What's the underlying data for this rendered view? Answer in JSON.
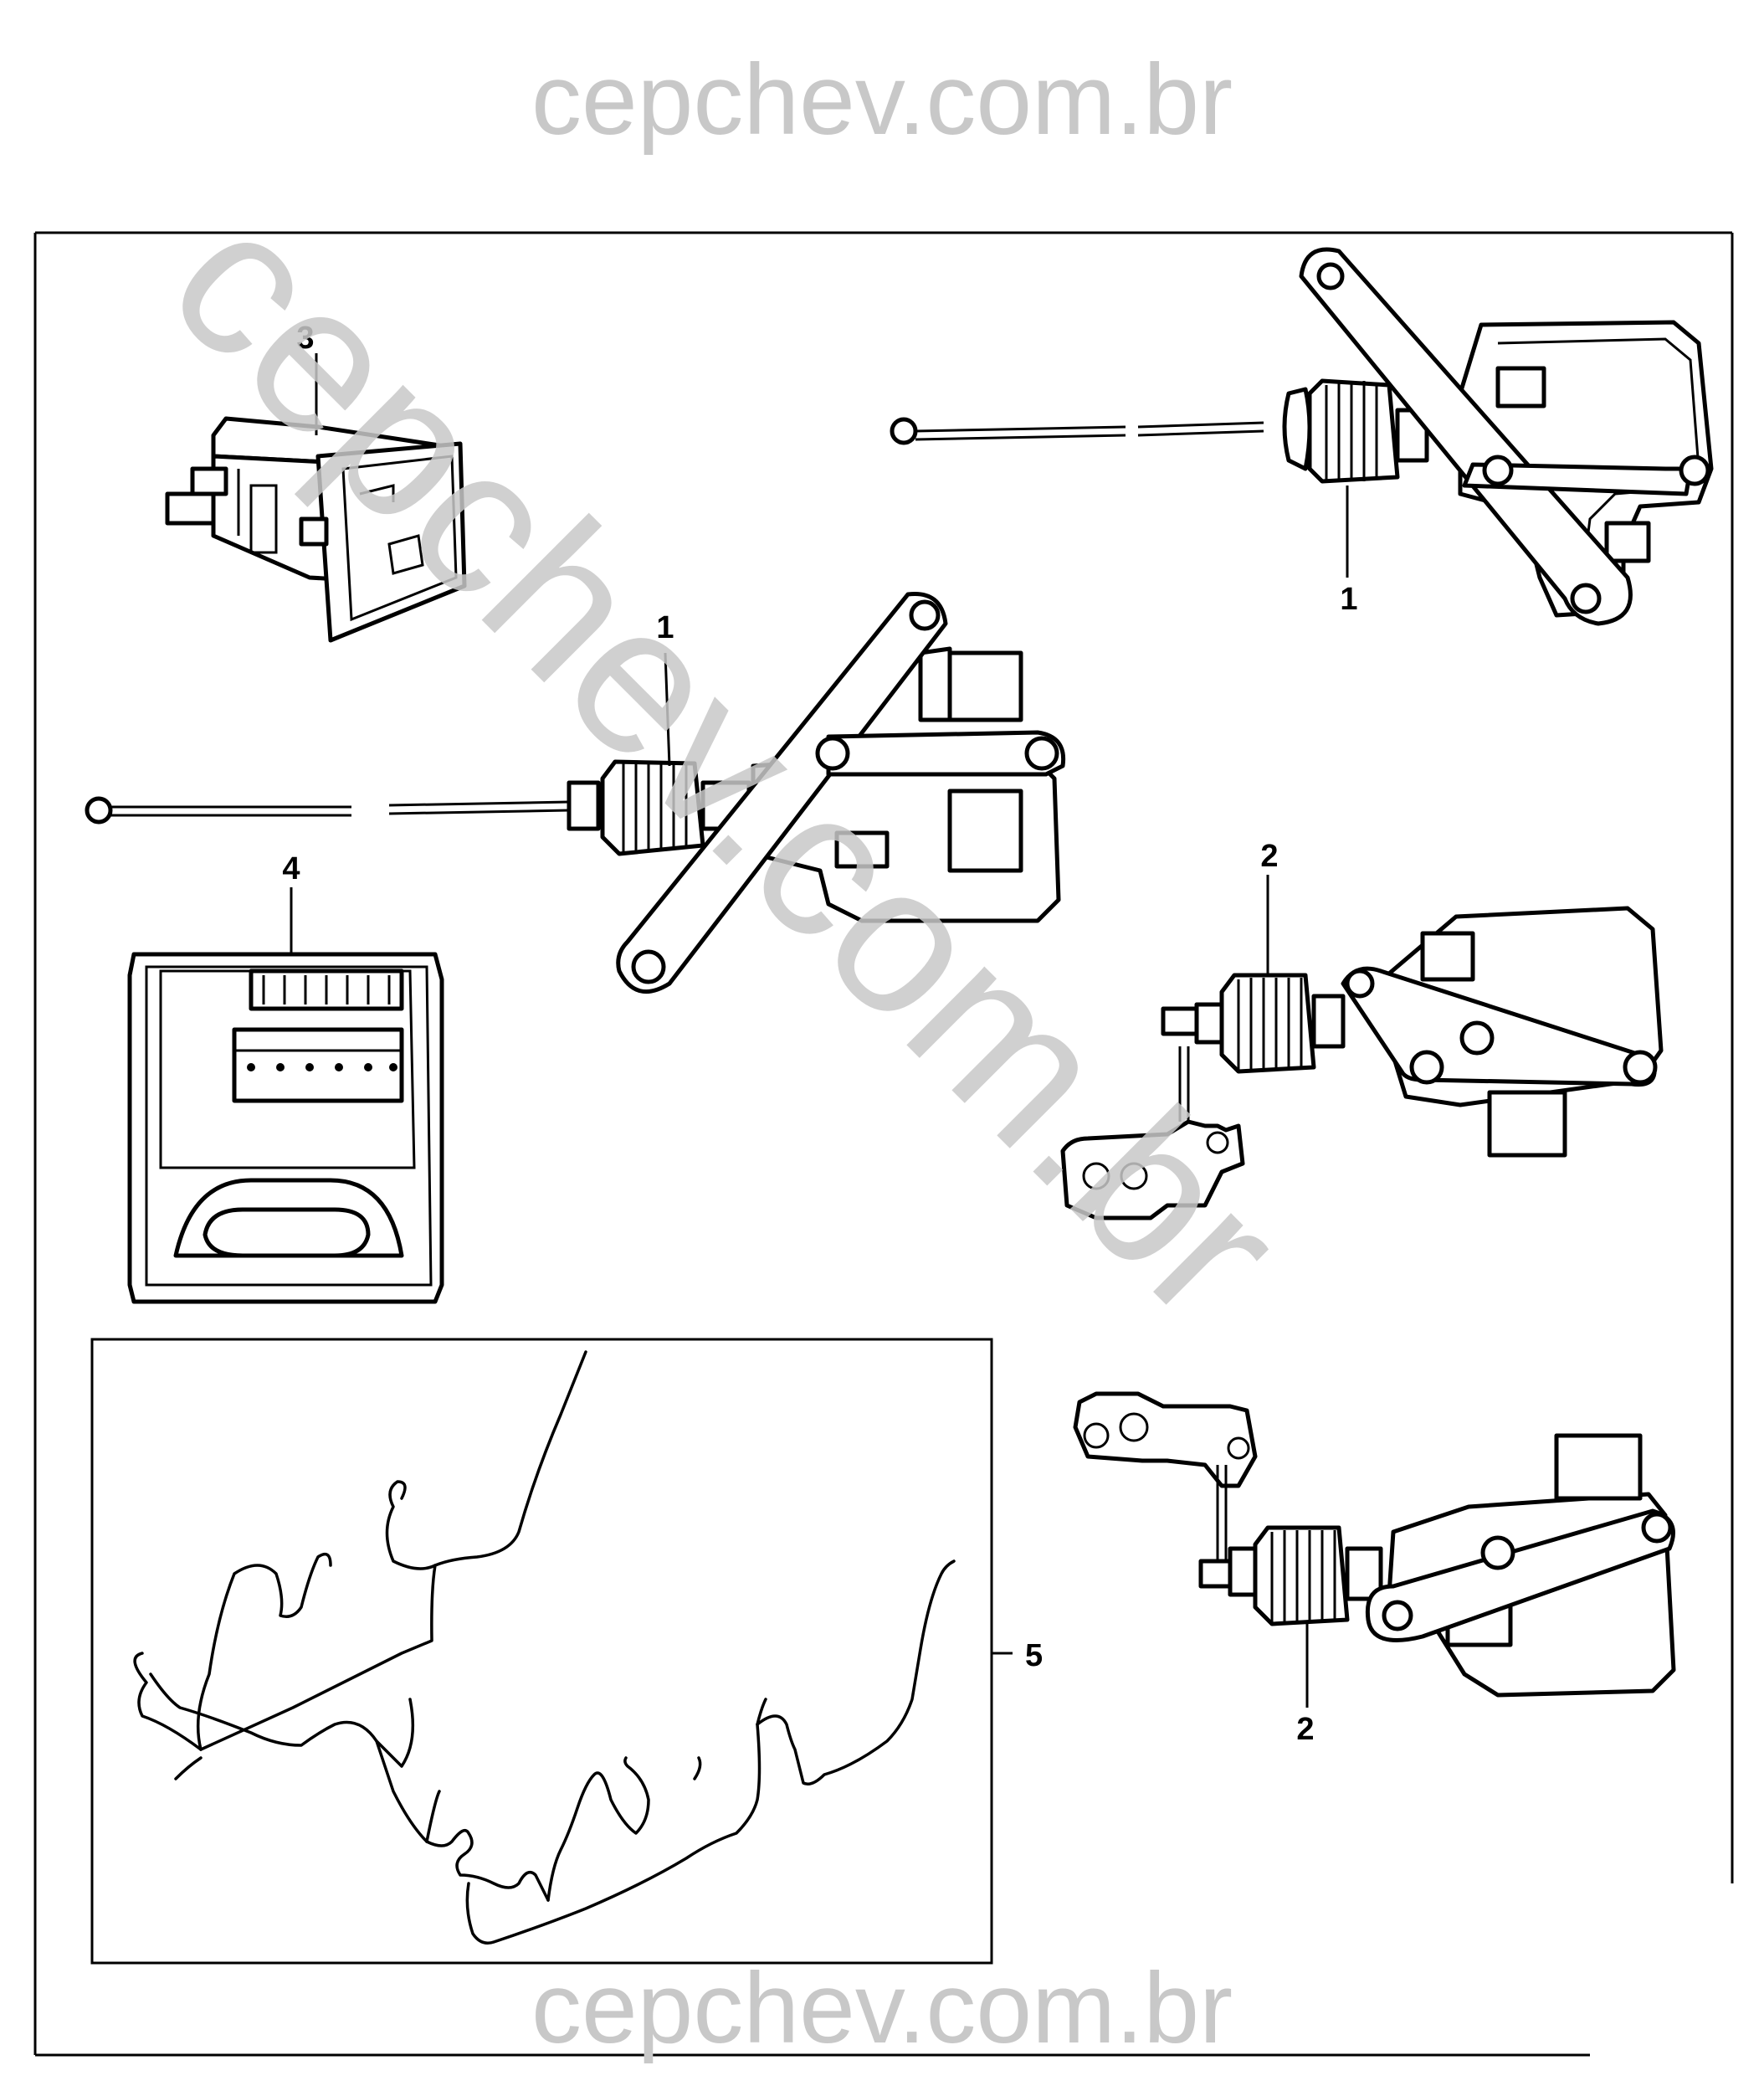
{
  "watermark": {
    "top": "cepchev.com.br",
    "bottom": "cepchev.com.br",
    "diagonal": "cepchev.com.br",
    "color": "#c8c8c8"
  },
  "callouts": {
    "part_1_upper": "1",
    "part_1_lower": "1",
    "part_2_upper": "2",
    "part_2_lower": "2",
    "part_3": "3",
    "part_4": "4",
    "part_5": "5"
  },
  "colors": {
    "line": "#000000",
    "background": "#ffffff"
  }
}
